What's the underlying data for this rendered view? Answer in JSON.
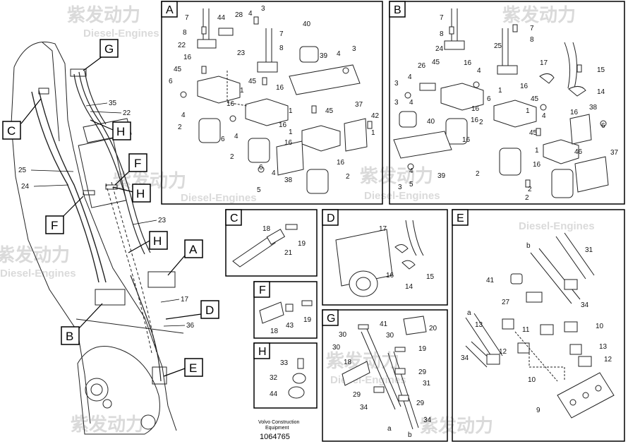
{
  "watermark": {
    "cn": "紫发动力",
    "en": "Diesel-Engines"
  },
  "footer": {
    "line1": "Volvo Construction",
    "line2": "Equipment",
    "part_no": "1064765"
  },
  "main_view": {
    "callouts": [
      "G",
      "C",
      "F",
      "H",
      "H",
      "F",
      "H",
      "A",
      "D",
      "B",
      "E"
    ],
    "labels": [
      "35",
      "22",
      "25",
      "24",
      "23",
      "17",
      "36"
    ]
  },
  "panels": {
    "A": {
      "title": "A",
      "labels": [
        "7",
        "44",
        "28",
        "4",
        "3",
        "8",
        "7",
        "22",
        "8",
        "40",
        "23",
        "16",
        "39",
        "4",
        "3",
        "45",
        "45",
        "1",
        "16",
        "6",
        "1",
        "16",
        "45",
        "37",
        "4",
        "16",
        "42",
        "2",
        "6",
        "1",
        "4",
        "16",
        "1",
        "2",
        "38",
        "16",
        "4",
        "2",
        "5",
        "6"
      ]
    },
    "B": {
      "title": "B",
      "labels": [
        "7",
        "7",
        "8",
        "8",
        "24",
        "25",
        "17",
        "16",
        "4",
        "3",
        "26",
        "15",
        "4",
        "45",
        "1",
        "16",
        "3",
        "6",
        "14",
        "4",
        "45",
        "16",
        "1",
        "38",
        "40",
        "16",
        "16",
        "4",
        "2",
        "45",
        "6",
        "16",
        "1",
        "46",
        "37",
        "3",
        "4",
        "2",
        "16",
        "2",
        "39",
        "5",
        "2"
      ]
    },
    "C": {
      "title": "C",
      "labels": [
        "18",
        "19",
        "21"
      ]
    },
    "D": {
      "title": "D",
      "labels": [
        "17",
        "16",
        "14",
        "15"
      ]
    },
    "E": {
      "title": "E",
      "labels": [
        "b",
        "31",
        "41",
        "27",
        "34",
        "a",
        "13",
        "11",
        "10",
        "13",
        "34",
        "12",
        "12",
        "10",
        "9"
      ]
    },
    "F": {
      "title": "F",
      "labels": [
        "18",
        "43",
        "19"
      ]
    },
    "G": {
      "title": "G",
      "labels": [
        "41",
        "30",
        "30",
        "20",
        "30",
        "19",
        "18",
        "29",
        "29",
        "31",
        "34",
        "29",
        "34",
        "a",
        "b"
      ]
    },
    "H": {
      "title": "H",
      "labels": [
        "33",
        "32",
        "44"
      ]
    }
  }
}
